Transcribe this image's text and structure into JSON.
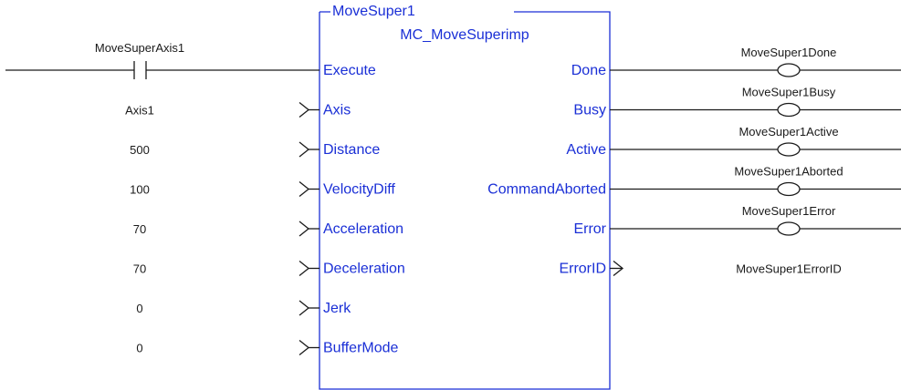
{
  "block": {
    "instance": "MoveSuper1",
    "type": "MC_MoveSuperimp",
    "color": "#1a2fd6"
  },
  "inputs": [
    {
      "pin": "Execute",
      "value": "MoveSuperAxis1",
      "kind": "contact"
    },
    {
      "pin": "Axis",
      "value": "Axis1",
      "kind": "var"
    },
    {
      "pin": "Distance",
      "value": "500",
      "kind": "var"
    },
    {
      "pin": "VelocityDiff",
      "value": "100",
      "kind": "var"
    },
    {
      "pin": "Acceleration",
      "value": "70",
      "kind": "var"
    },
    {
      "pin": "Deceleration",
      "value": "70",
      "kind": "var"
    },
    {
      "pin": "Jerk",
      "value": "0",
      "kind": "var"
    },
    {
      "pin": "BufferMode",
      "value": "0",
      "kind": "var"
    }
  ],
  "outputs": [
    {
      "pin": "Done",
      "value": "MoveSuper1Done",
      "kind": "coil"
    },
    {
      "pin": "Busy",
      "value": "MoveSuper1Busy",
      "kind": "coil"
    },
    {
      "pin": "Active",
      "value": "MoveSuper1Active",
      "kind": "coil"
    },
    {
      "pin": "CommandAborted",
      "value": "MoveSuper1Aborted",
      "kind": "coil"
    },
    {
      "pin": "Error",
      "value": "MoveSuper1Error",
      "kind": "coil"
    },
    {
      "pin": "ErrorID",
      "value": "MoveSuper1ErrorID",
      "kind": "var"
    }
  ]
}
